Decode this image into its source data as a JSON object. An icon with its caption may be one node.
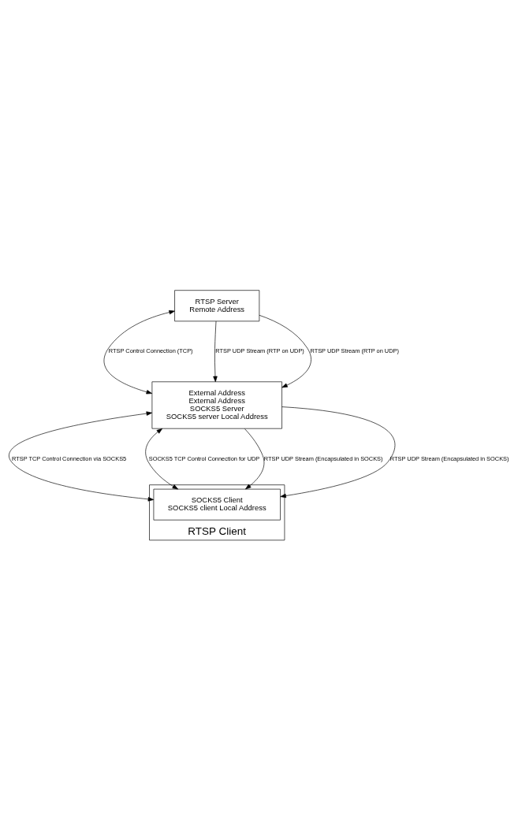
{
  "diagram": {
    "nodes": [
      {
        "text": [
          "RTSP Server",
          "Remote Address"
        ]
      },
      {
        "text": [
          "External Address",
          "External Address",
          "SOCKS5 Server",
          "SOCKS5 server Local Address"
        ]
      },
      {
        "text": [
          "RTSP Client"
        ]
      },
      {
        "text": [
          "SOCKS5 Client",
          "SOCKS5 client Local Address"
        ],
        "in": 2
      }
    ],
    "edges": [
      {
        "from": 0,
        "to": 1,
        "arrow": "both",
        "label": "RTSP Control Connection (TCP)"
      },
      {
        "from": 0,
        "to": 1,
        "arrow": "to",
        "label": "RTSP UDP Stream (RTP on UDP)"
      },
      {
        "from": 0,
        "to": 1,
        "arrow": "to",
        "label": "RTSP UDP Stream (RTP on UDP)"
      },
      {
        "from": 1,
        "to": 3,
        "arrow": "both",
        "label": "RTSP TCP Control Connection via SOCKS5"
      },
      {
        "from": 1,
        "to": 3,
        "arrow": "both",
        "label": "SOCKS5 TCP Control Connection for UDP"
      },
      {
        "from": 1,
        "to": 3,
        "arrow": "to",
        "label": "RTSP UDP Stream (Encapsulated in SOCKS)"
      },
      {
        "from": 1,
        "to": 3,
        "arrow": "to",
        "label": "RTSP UDP Stream (Encapsulated in SOCKS)"
      }
    ]
  }
}
